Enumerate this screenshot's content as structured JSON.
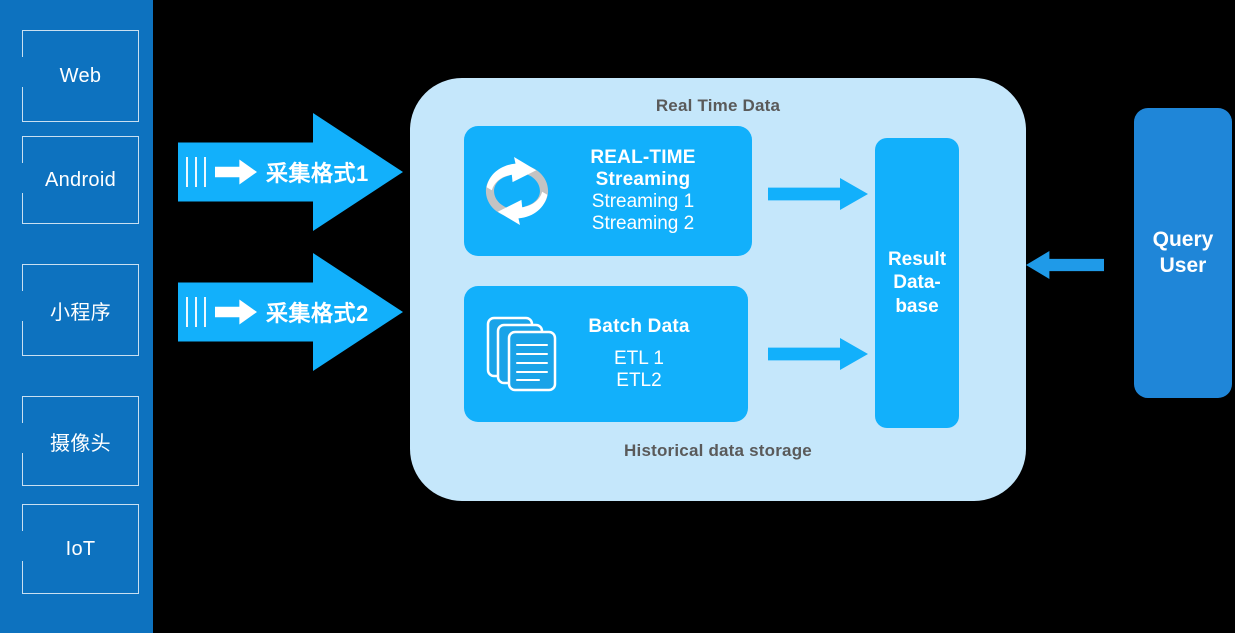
{
  "colors": {
    "background": "#000000",
    "sidebar_blue": "#0d72bf",
    "panel_light_blue": "#c5e7fb",
    "accent_cyan": "#12b0fb",
    "query_blue": "#1f86d8",
    "caption_gray": "#5a5a5a",
    "white": "#ffffff",
    "icon_gray": "#c3c3c3"
  },
  "sidebar": {
    "sources": [
      {
        "label": "Web"
      },
      {
        "label": "Android"
      },
      {
        "label": "小程序"
      },
      {
        "label": "摄像头"
      },
      {
        "label": "IoT"
      }
    ]
  },
  "ingest": {
    "arrows": [
      {
        "label": "采集格式1",
        "icon": "right-arrow-glyph",
        "ticks": 3
      },
      {
        "label": "采集格式2",
        "icon": "right-arrow-glyph",
        "ticks": 3
      }
    ]
  },
  "panel": {
    "caption_top": "Real Time Data",
    "caption_bottom": "Historical data storage",
    "cards": [
      {
        "icon": "refresh-cycle-icon",
        "title_line_1": "REAL-TIME",
        "title_line_2": "Streaming",
        "items": [
          "Streaming 1",
          "Streaming 2"
        ]
      },
      {
        "icon": "documents-stack-icon",
        "title_line_1": "Batch Data",
        "title_line_2": "",
        "items": [
          "ETL 1",
          "ETL2"
        ]
      }
    ]
  },
  "result_database": {
    "line_1": "Result",
    "line_2": "Data-",
    "line_3": "base"
  },
  "query_user": {
    "line_1": "Query",
    "line_2": "User"
  }
}
